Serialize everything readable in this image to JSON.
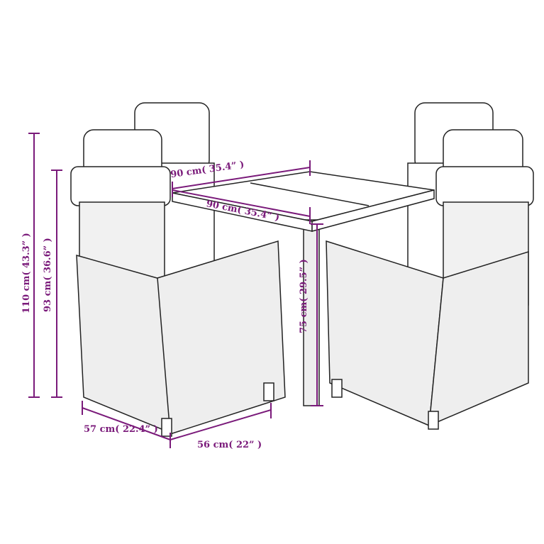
{
  "colors": {
    "dimension": "#7a1a7a",
    "drawing": "#222222"
  },
  "dimensions": {
    "table_width": "90 cm( 35.4” )",
    "table_depth": "90 cm( 35.4” )",
    "table_height": "75 cm( 29.5” )",
    "chair_total_height": "110 cm( 43.3” )",
    "chair_back_height": "93 cm( 36.6” )",
    "chair_depth": "57 cm( 22.4” )",
    "chair_width": "56 cm( 22” )"
  }
}
